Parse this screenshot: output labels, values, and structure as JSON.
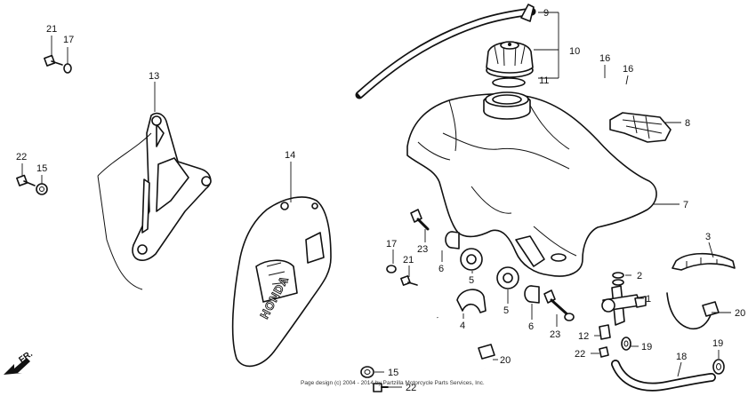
{
  "diagram": {
    "brand_mark": "HONDA",
    "direction_label": "FR.",
    "copyright": "Page design (c) 2004 - 2014 by Partzilla Motorcycle Parts Services, Inc.",
    "callouts": {
      "p1": "1",
      "p2": "2",
      "p3": "3",
      "p4": "4",
      "p5a": "5",
      "p5b": "5",
      "p6a": "6",
      "p6b": "6",
      "p7": "7",
      "p8": "8",
      "p9": "9",
      "p10": "10",
      "p11": "11",
      "p12": "12",
      "p13": "13",
      "p14": "14",
      "p15a": "15",
      "p15b": "15",
      "p16a": "16",
      "p16b": "16",
      "p17a": "17",
      "p17b": "17",
      "p18": "18",
      "p19a": "19",
      "p19b": "19",
      "p20a": "20",
      "p20b": "20",
      "p21a": "21",
      "p21b": "21",
      "p22a": "22",
      "p22b": "22",
      "p22c": "22",
      "p23a": "23",
      "p23b": "23"
    }
  }
}
